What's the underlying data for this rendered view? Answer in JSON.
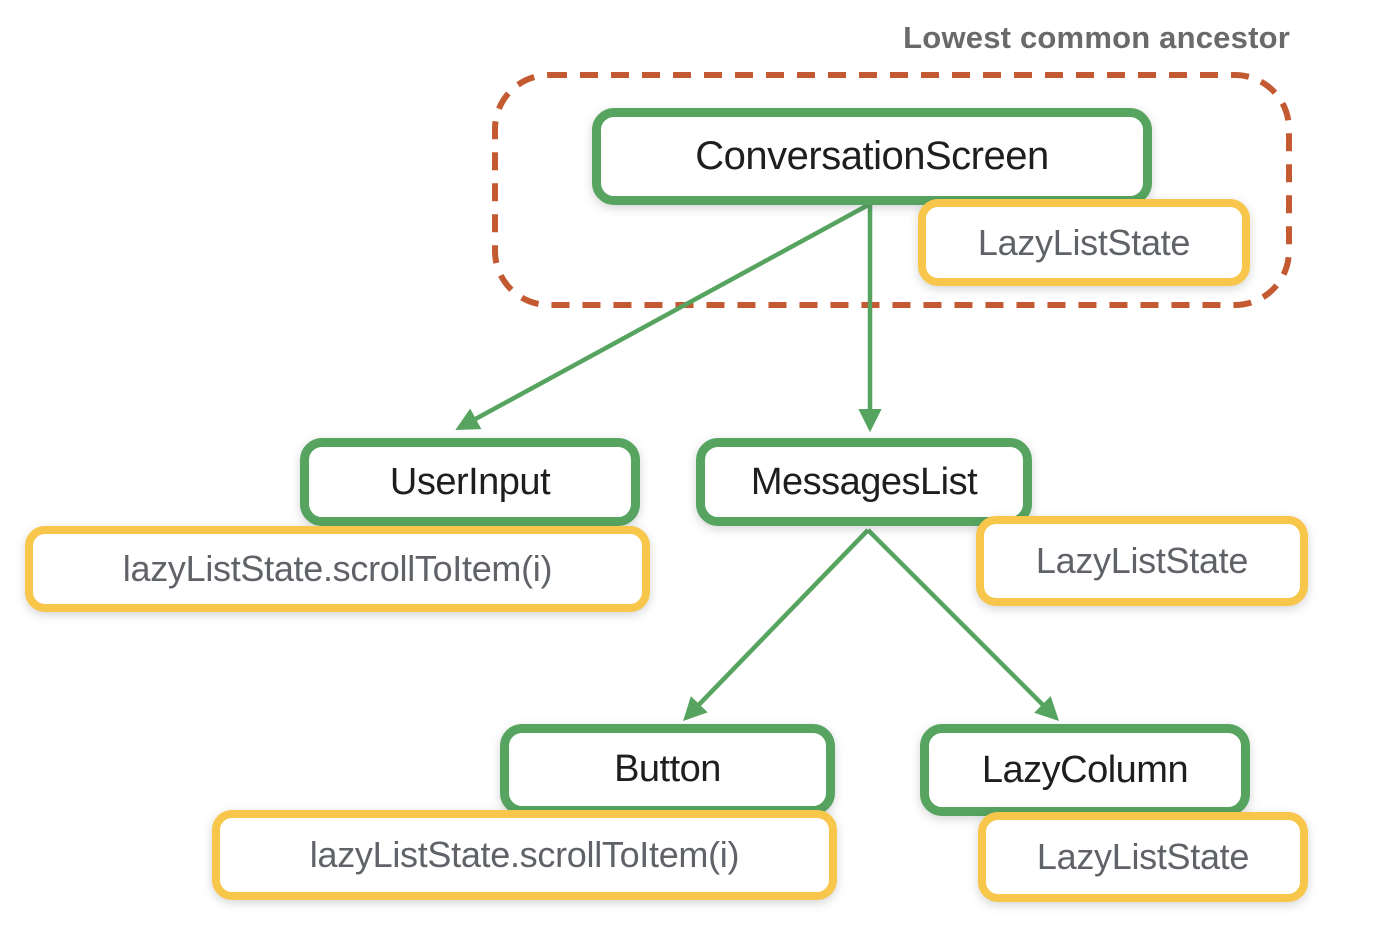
{
  "annotation": {
    "label": "Lowest common ancestor"
  },
  "nodes": {
    "conversation_screen": {
      "label": "ConversationScreen"
    },
    "user_input": {
      "label": "UserInput"
    },
    "messages_list": {
      "label": "MessagesList"
    },
    "button": {
      "label": "Button"
    },
    "lazy_column": {
      "label": "LazyColumn"
    }
  },
  "states": {
    "conversation_state": {
      "label": "LazyListState"
    },
    "user_input_state": {
      "label": "lazyListState.scrollToItem(i)"
    },
    "messages_state": {
      "label": "LazyListState"
    },
    "button_state": {
      "label": "lazyListState.scrollToItem(i)"
    },
    "lazy_column_state": {
      "label": "LazyListState"
    }
  },
  "colors": {
    "node_border_green": "#56a45f",
    "state_border_yellow": "#f7c64b",
    "ancestor_dashed_orange": "#c35a31",
    "node_text": "#1e1e1e",
    "state_text": "#5f6368",
    "annotation_text": "#6a6a6a"
  },
  "diagram": {
    "type": "tree",
    "edges": [
      {
        "from": "ConversationScreen",
        "to": "UserInput"
      },
      {
        "from": "ConversationScreen",
        "to": "MessagesList"
      },
      {
        "from": "MessagesList",
        "to": "Button"
      },
      {
        "from": "MessagesList",
        "to": "LazyColumn"
      }
    ],
    "lowest_common_ancestor_contains": [
      "ConversationScreen",
      "LazyListState"
    ]
  }
}
